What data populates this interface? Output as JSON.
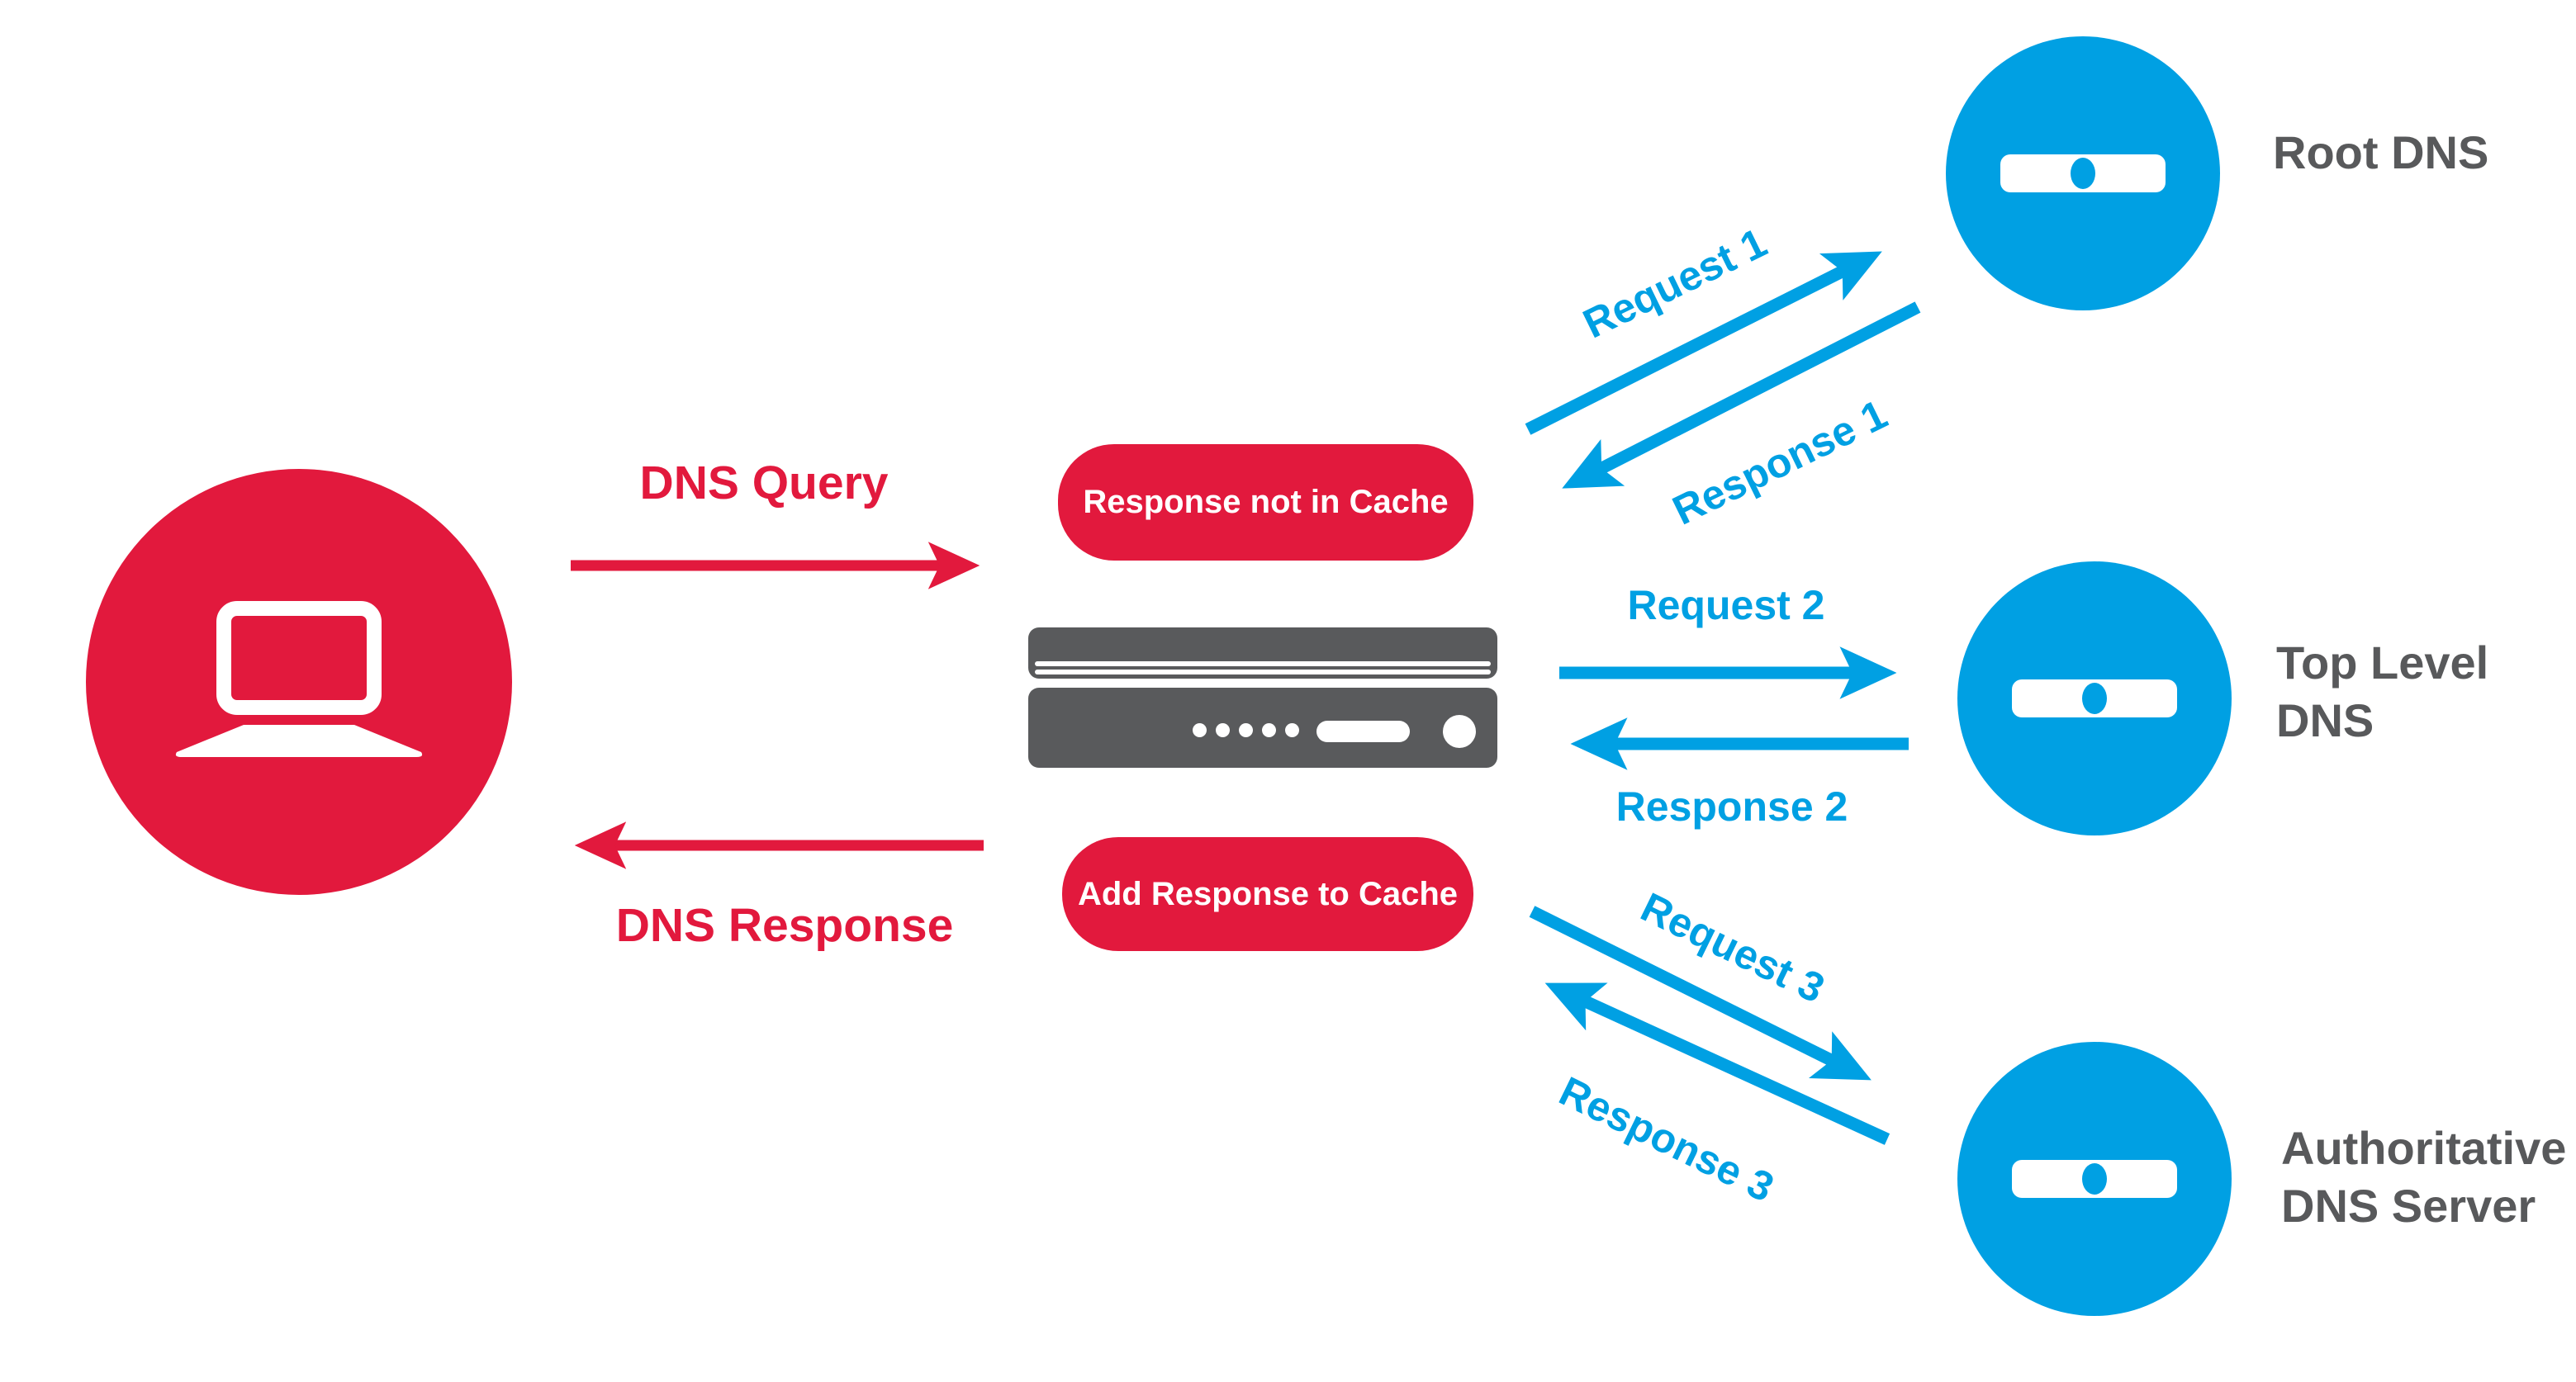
{
  "colors": {
    "red": "#E2193D",
    "blue": "#00A0E3",
    "label_gray": "#58595B",
    "server_gray": "#595A5C"
  },
  "client": {
    "icon": "laptop"
  },
  "cache_server": {
    "icon": "rack-server"
  },
  "flow": {
    "dns_query": "DNS Query",
    "dns_response": "DNS Response",
    "cache_miss": "Response not in Cache",
    "cache_add": "Add Response to Cache"
  },
  "dns_servers": [
    {
      "label": "Root DNS",
      "request": "Request 1",
      "response": "Response 1"
    },
    {
      "label": "Top Level DNS",
      "request": "Request 2",
      "response": "Response 2"
    },
    {
      "label": "Authoritative DNS Server",
      "request": "Request 3",
      "response": "Response 3"
    }
  ]
}
